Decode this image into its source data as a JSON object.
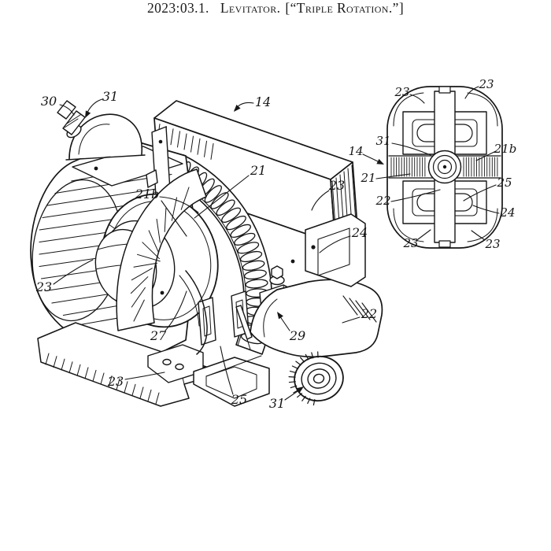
{
  "colors": {
    "ink": "#161616",
    "paper": "#ffffff"
  },
  "caption": {
    "number": "2023:03.1.",
    "title": "Levitator.",
    "subtitle": "[“Triple Rotation.”]"
  },
  "figure": {
    "main": {
      "labels": [
        {
          "ref": "30"
        },
        {
          "ref": "31"
        },
        {
          "ref": "14"
        },
        {
          "ref": "21b"
        },
        {
          "ref": "21"
        },
        {
          "ref": "23"
        },
        {
          "ref": "24"
        },
        {
          "ref": "23"
        },
        {
          "ref": "27"
        },
        {
          "ref": "29"
        },
        {
          "ref": "22"
        },
        {
          "ref": "23"
        },
        {
          "ref": "25"
        },
        {
          "ref": "31"
        }
      ]
    },
    "inset": {
      "labels": [
        {
          "ref": "23"
        },
        {
          "ref": "23"
        },
        {
          "ref": "31"
        },
        {
          "ref": "14"
        },
        {
          "ref": "21b"
        },
        {
          "ref": "21"
        },
        {
          "ref": "25"
        },
        {
          "ref": "22"
        },
        {
          "ref": "24"
        },
        {
          "ref": "23"
        },
        {
          "ref": "23"
        }
      ]
    }
  }
}
